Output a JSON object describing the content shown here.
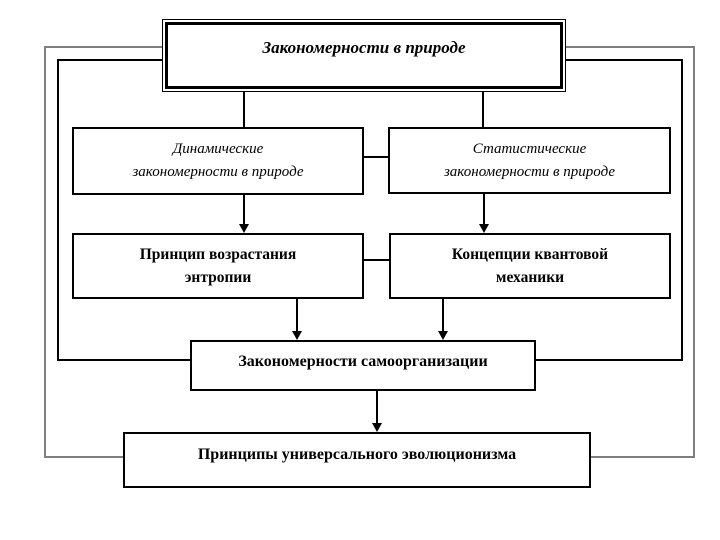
{
  "diagram": {
    "type": "flowchart",
    "language": "ru",
    "nodes": {
      "root": {
        "label": "Закономерности в природе"
      },
      "dynamic": {
        "line1": "Динамические",
        "line2": "закономерности в природе"
      },
      "statistical": {
        "line1": "Статистические",
        "line2": "закономерности в природе"
      },
      "entropy": {
        "line1": "Принцип возрастания",
        "line2": "энтропии"
      },
      "quantum": {
        "line1": "Концепции квантовой",
        "line2": "механики"
      },
      "selforg": {
        "label": "Закономерности самоорганизации"
      },
      "evolution": {
        "label": "Принципы универсального эволюционизма"
      }
    },
    "edges": [
      {
        "from": "root",
        "to": "dynamic",
        "style": "line"
      },
      {
        "from": "root",
        "to": "statistical",
        "style": "line"
      },
      {
        "from": "dynamic",
        "to": "statistical",
        "style": "line"
      },
      {
        "from": "entropy",
        "to": "quantum",
        "style": "line"
      },
      {
        "from": "dynamic",
        "to": "entropy",
        "style": "arrow"
      },
      {
        "from": "statistical",
        "to": "quantum",
        "style": "arrow"
      },
      {
        "from": "entropy",
        "to": "selforg",
        "style": "arrow"
      },
      {
        "from": "quantum",
        "to": "selforg",
        "style": "arrow"
      },
      {
        "from": "selforg",
        "to": "evolution",
        "style": "arrow"
      },
      {
        "from": "inner-black-frame",
        "to": "selforg",
        "style": "frame-link"
      },
      {
        "from": "outer-gray-frame",
        "to": "evolution",
        "style": "frame-link"
      }
    ],
    "colors": {
      "background": "#ffffff",
      "outer_frame": "#7f7f7f",
      "lines_and_borders": "#000000",
      "text": "#000000"
    }
  }
}
